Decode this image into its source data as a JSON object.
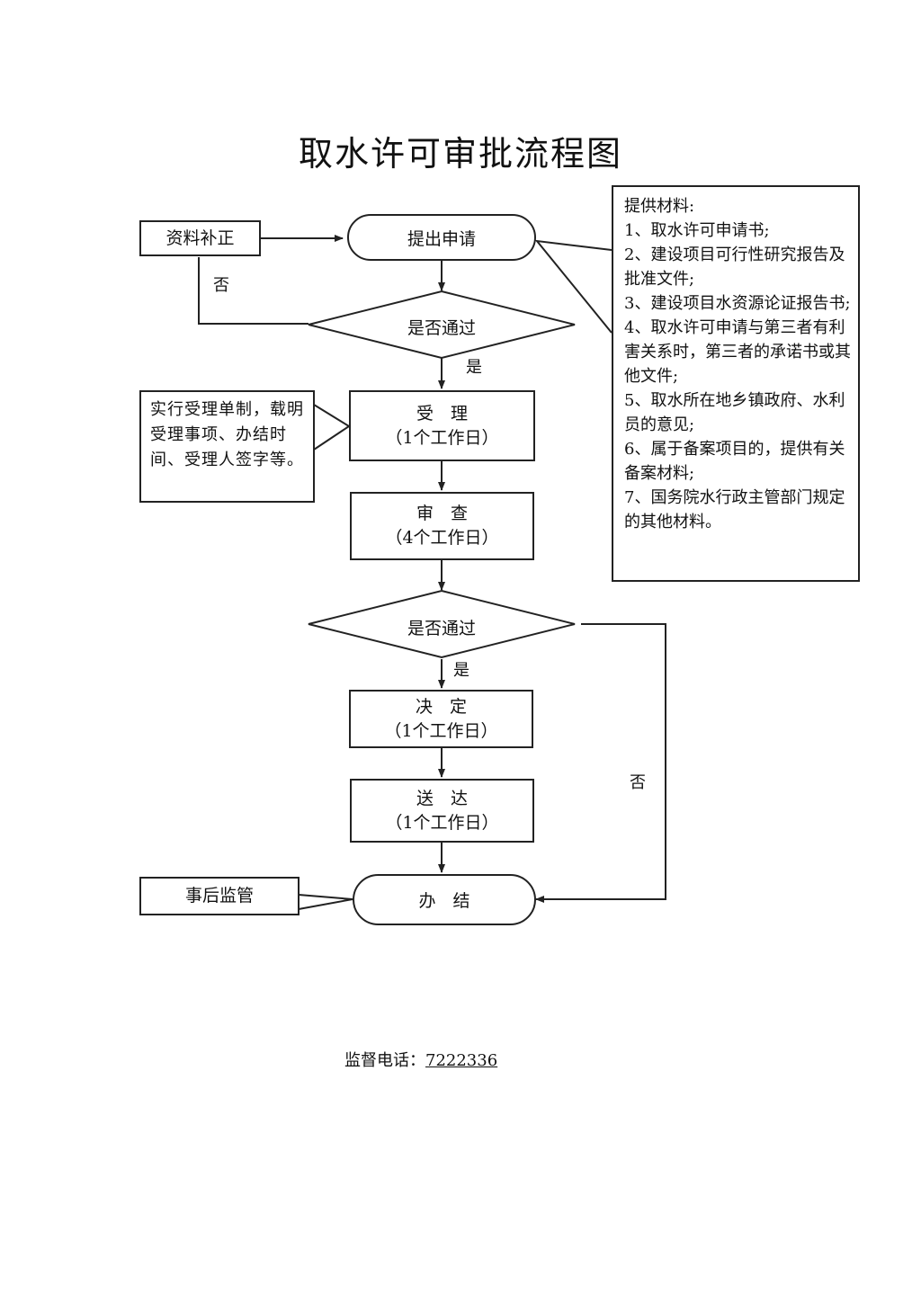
{
  "title": "取水许可审批流程图",
  "nodes": {
    "supplement": "资料补正",
    "apply": "提出申请",
    "check1": "是否通过",
    "accept": {
      "name": "受　理",
      "days": "（1个工作日）"
    },
    "review": {
      "name": "审　查",
      "days": "（4个工作日）"
    },
    "check2": "是否通过",
    "decide": {
      "name": "决　定",
      "days": "（1个工作日）"
    },
    "deliver": {
      "name": "送　达",
      "days": "（1个工作日）"
    },
    "finish": "办　结",
    "supervise": "事后监管"
  },
  "labels": {
    "no1": "否",
    "yes1": "是",
    "yes2": "是",
    "no2": "否"
  },
  "accept_note": "实行受理单制，载明受理事项、办结时间、受理人签字等。",
  "materials": {
    "heading": "提供材料:",
    "items": [
      "1、取水许可申请书;",
      "2、建设项目可行性研究报告及批准文件;",
      "3、建设项目水资源论证报告书;",
      "4、取水许可申请与第三者有利害关系时，第三者的承诺书或其他文件;",
      "5、取水所在地乡镇政府、水利员的意见;",
      "6、属于备案项目的，提供有关备案材料;",
      "7、国务院水行政主管部门规定的其他材料。"
    ]
  },
  "footer": {
    "label": "监督电话：",
    "phone": "7222336"
  }
}
